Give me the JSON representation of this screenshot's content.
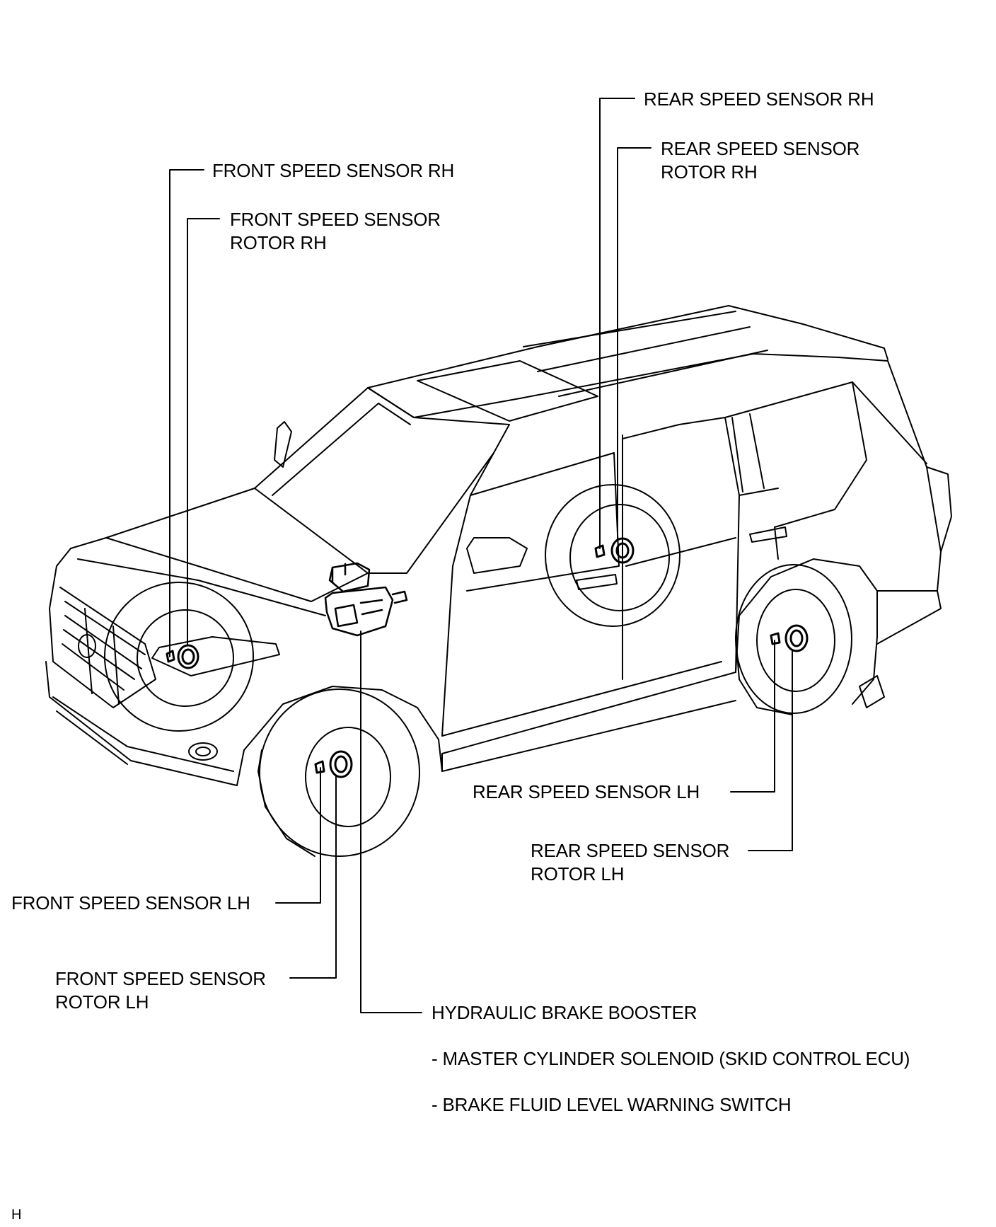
{
  "labels": {
    "front_speed_sensor_rh": "FRONT SPEED SENSOR RH",
    "front_speed_sensor_rotor_rh_line1": "FRONT SPEED SENSOR",
    "front_speed_sensor_rotor_rh_line2": "ROTOR RH",
    "rear_speed_sensor_rh": "REAR SPEED SENSOR RH",
    "rear_speed_sensor_rotor_rh_line1": "REAR SPEED SENSOR",
    "rear_speed_sensor_rotor_rh_line2": "ROTOR RH",
    "rear_speed_sensor_lh": "REAR SPEED SENSOR LH",
    "rear_speed_sensor_rotor_lh_line1": "REAR SPEED SENSOR",
    "rear_speed_sensor_rotor_lh_line2": "ROTOR LH",
    "front_speed_sensor_lh": "FRONT SPEED SENSOR LH",
    "front_speed_sensor_rotor_lh_line1": "FRONT SPEED SENSOR",
    "front_speed_sensor_rotor_lh_line2": "ROTOR LH",
    "hydraulic_brake_booster": "HYDRAULIC BRAKE BOOSTER",
    "sub_master_cylinder": "- MASTER CYLINDER SOLENOID (SKID CONTROL ECU)",
    "sub_fluid_level": "- BRAKE FLUID LEVEL WARNING SWITCH"
  },
  "corner_mark": "H"
}
